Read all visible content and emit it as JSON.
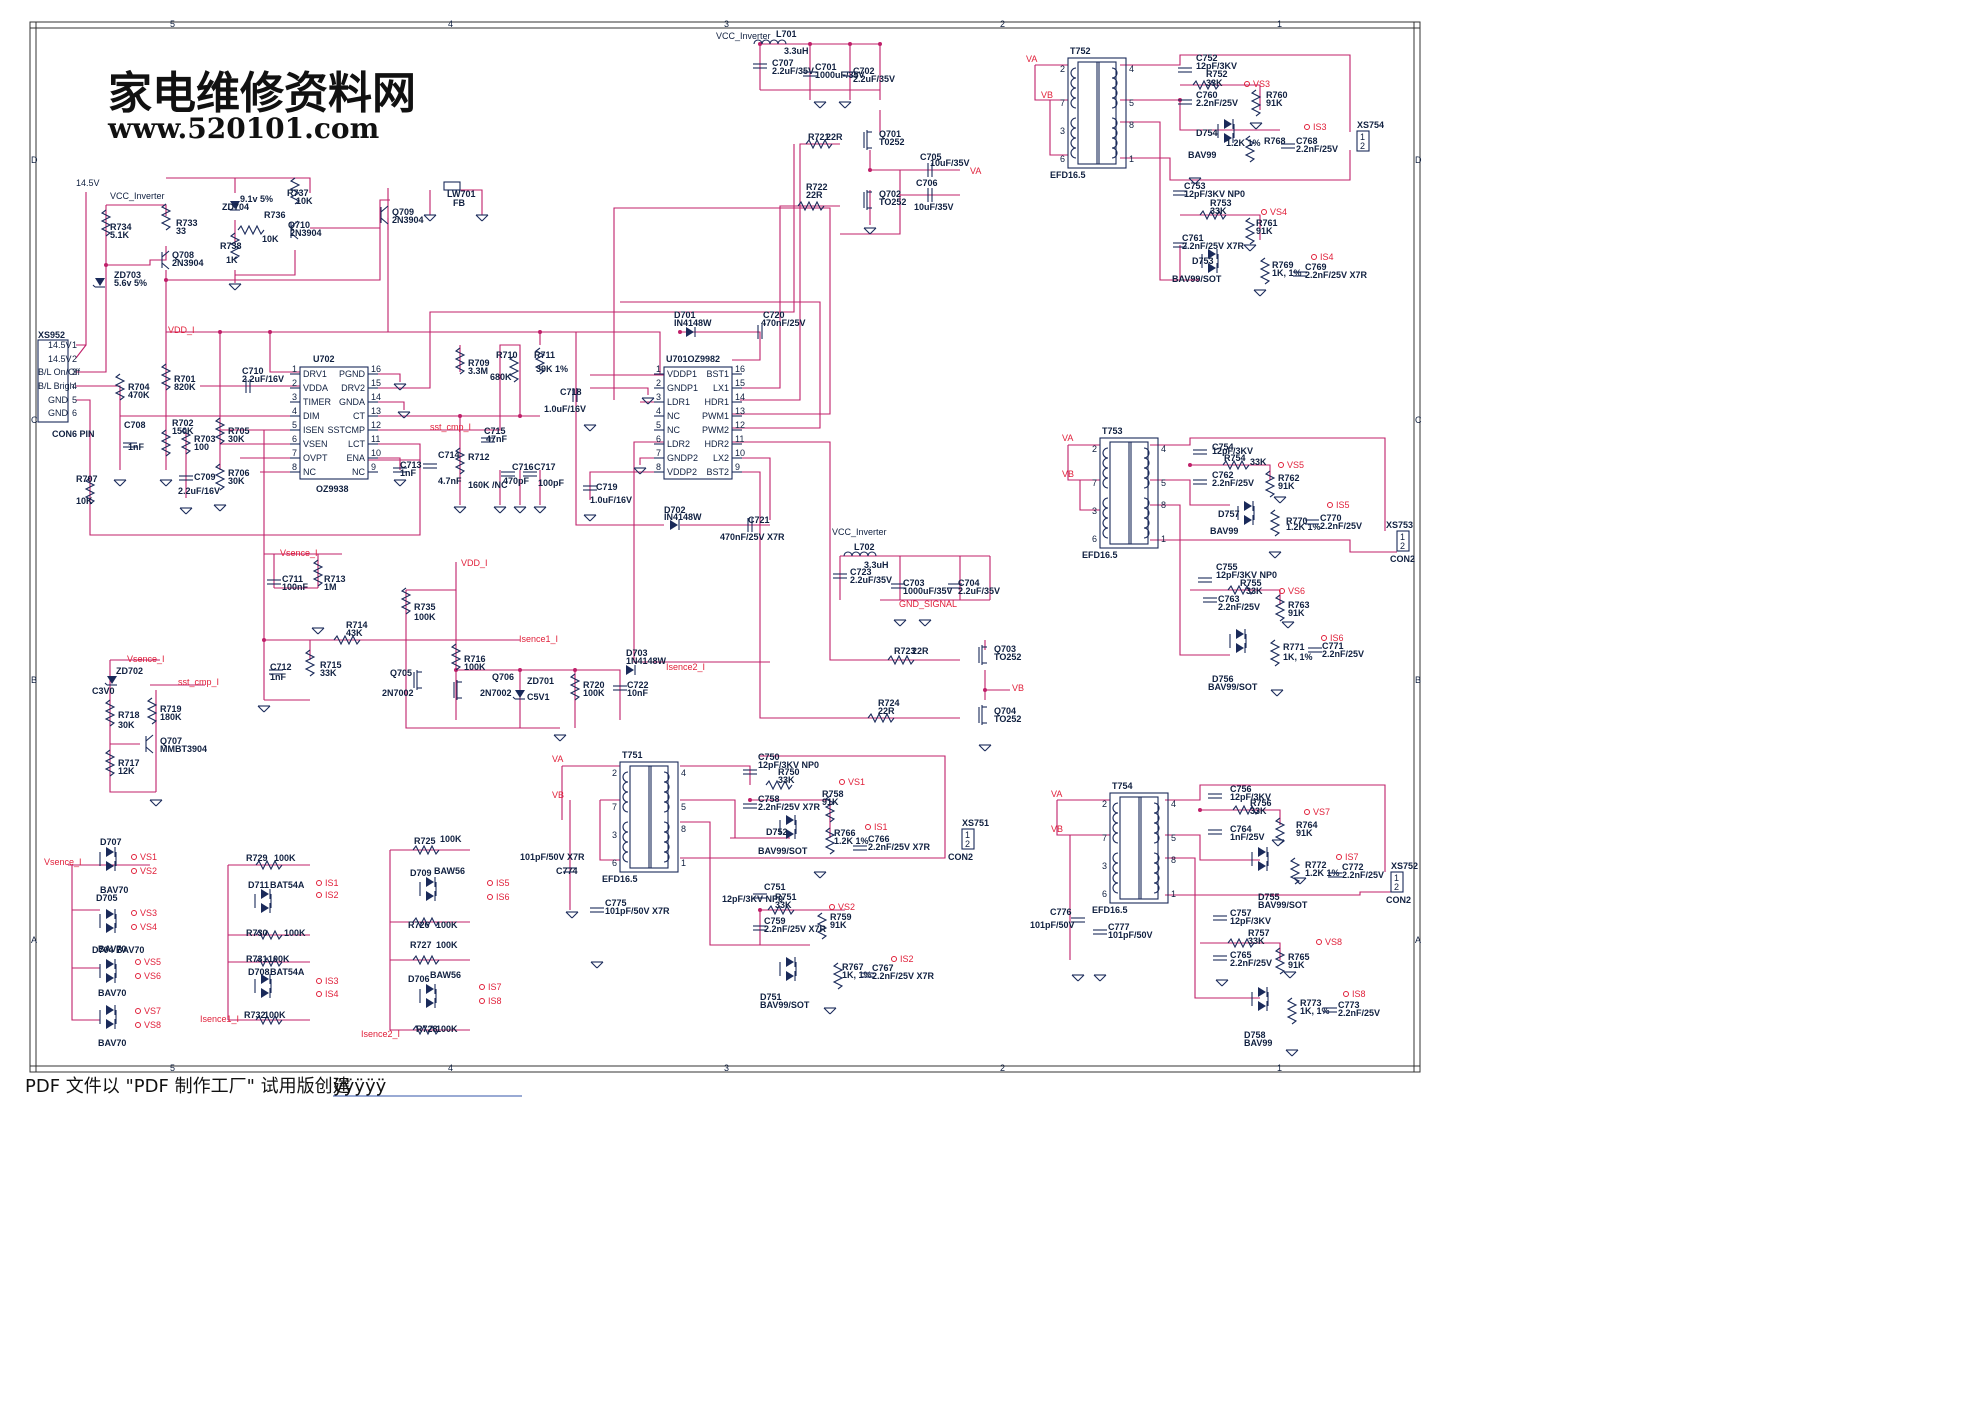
{
  "watermark": {
    "title": "家电维修资料网",
    "url": "www.520101.com"
  },
  "footer": {
    "text": "PDF 文件以 \"PDF 制作工厂\" 试用版创建",
    "garbled": "ÿÿÿÿÿ"
  },
  "border": {
    "top_marks": [
      "5",
      "4",
      "3",
      "2",
      "1"
    ],
    "bottom_marks": [
      "5",
      "4",
      "3",
      "2",
      "1"
    ],
    "side_marks": [
      "D",
      "C",
      "B",
      "A"
    ]
  },
  "connector_xs952": {
    "ref": "XS952",
    "part": "CON6 PIN",
    "pins": [
      "14.5V",
      "14.5V",
      "B/L On/Off",
      "B/L Brigh",
      "GND",
      "GND"
    ],
    "pin_numbers": [
      "1",
      "2",
      "3",
      "4",
      "5",
      "6"
    ]
  },
  "u702": {
    "ref": "U702",
    "part": "OZ9938",
    "left_pins": [
      {
        "n": "1",
        "name": "DRV1"
      },
      {
        "n": "2",
        "name": "VDDA"
      },
      {
        "n": "3",
        "name": "TIMER"
      },
      {
        "n": "4",
        "name": "DIM"
      },
      {
        "n": "5",
        "name": "ISEN"
      },
      {
        "n": "6",
        "name": "VSEN"
      },
      {
        "n": "7",
        "name": "OVPT"
      },
      {
        "n": "8",
        "name": "NC"
      }
    ],
    "right_pins": [
      {
        "n": "16",
        "name": "PGND"
      },
      {
        "n": "15",
        "name": "DRV2"
      },
      {
        "n": "14",
        "name": "GNDA"
      },
      {
        "n": "13",
        "name": "CT"
      },
      {
        "n": "12",
        "name": "SSTCMP"
      },
      {
        "n": "11",
        "name": "LCT"
      },
      {
        "n": "10",
        "name": "ENA"
      },
      {
        "n": "9",
        "name": "NC"
      }
    ]
  },
  "u701": {
    "ref": "U701OZ9982",
    "left_pins": [
      {
        "n": "1",
        "name": "VDDP1"
      },
      {
        "n": "2",
        "name": "GNDP1"
      },
      {
        "n": "3",
        "name": "LDR1"
      },
      {
        "n": "4",
        "name": "NC"
      },
      {
        "n": "5",
        "name": "NC"
      },
      {
        "n": "6",
        "name": "LDR2"
      },
      {
        "n": "7",
        "name": "GNDP2"
      },
      {
        "n": "8",
        "name": "VDDP2"
      }
    ],
    "right_pins": [
      {
        "n": "16",
        "name": "BST1"
      },
      {
        "n": "15",
        "name": "LX1"
      },
      {
        "n": "14",
        "name": "HDR1"
      },
      {
        "n": "13",
        "name": "PWM1"
      },
      {
        "n": "12",
        "name": "PWM2"
      },
      {
        "n": "11",
        "name": "HDR2"
      },
      {
        "n": "10",
        "name": "LX2"
      },
      {
        "n": "9",
        "name": "BST2"
      }
    ]
  },
  "net_labels": {
    "vcc_inv": "VCC_Inverter",
    "v145": "14.5V",
    "vdd_i": "VDD_I",
    "vsence_i": "Vsence_I",
    "isence1": "Isence1_I",
    "isence2": "Isence2_I",
    "sst_cmp": "sst_cmp_I",
    "gnd_signal": "GND_SIGNAL",
    "va": "VA",
    "vb": "VB"
  },
  "components": [
    {
      "id": "l701",
      "ref": "L701",
      "val": "3.3uH"
    },
    {
      "id": "c707",
      "ref": "C707",
      "val": "2.2uF/35V"
    },
    {
      "id": "c701",
      "ref": "C701",
      "val": "1000uF/35V"
    },
    {
      "id": "c702",
      "ref": "C702",
      "val": "2.2uF/35V"
    },
    {
      "id": "q701",
      "ref": "Q701",
      "val": "T0252"
    },
    {
      "id": "r721",
      "ref": "R721",
      "val": "22R"
    },
    {
      "id": "c705",
      "ref": "C705",
      "val": "10uF/35V"
    },
    {
      "id": "c706",
      "ref": "C706",
      "val": "10uF/35V"
    },
    {
      "id": "q702",
      "ref": "Q702",
      "val": "TO252"
    },
    {
      "id": "r722",
      "ref": "R722",
      "val": "22R"
    },
    {
      "id": "r734",
      "ref": "R734",
      "val": "5.1K"
    },
    {
      "id": "r733",
      "ref": "R733",
      "val": "33"
    },
    {
      "id": "q708",
      "ref": "Q708",
      "val": "2N3904"
    },
    {
      "id": "zd703",
      "ref": "ZD703",
      "val": "5.6v 5%"
    },
    {
      "id": "zd704",
      "ref": "ZD704",
      "val": "9.1v 5%"
    },
    {
      "id": "r737",
      "ref": "R737",
      "val": "10K"
    },
    {
      "id": "r736",
      "ref": "R736",
      "val": "10K"
    },
    {
      "id": "r738",
      "ref": "R738",
      "val": "1K"
    },
    {
      "id": "q710",
      "ref": "Q710",
      "val": "2N3904"
    },
    {
      "id": "q709",
      "ref": "Q709",
      "val": "2N3904"
    },
    {
      "id": "lw701",
      "ref": "LW701",
      "val": "FB"
    },
    {
      "id": "d701",
      "ref": "D701",
      "val": "IN4148W"
    },
    {
      "id": "c720",
      "ref": "C720",
      "val": "470nF/25V"
    },
    {
      "id": "r704",
      "ref": "R704",
      "val": "470K"
    },
    {
      "id": "r701",
      "ref": "R701",
      "val": "820K"
    },
    {
      "id": "r702",
      "ref": "R702",
      "val": "150K"
    },
    {
      "id": "c708",
      "ref": "C708",
      "val": "1nF"
    },
    {
      "id": "c710",
      "ref": "C710",
      "val": "2.2uF/16V"
    },
    {
      "id": "r703",
      "ref": "R703",
      "val": "100"
    },
    {
      "id": "c709",
      "ref": "C709",
      "val": "2.2uF/16V"
    },
    {
      "id": "r705",
      "ref": "R705",
      "val": "30K"
    },
    {
      "id": "r706",
      "ref": "R706",
      "val": "30K"
    },
    {
      "id": "r707",
      "ref": "R707",
      "val": "10K"
    },
    {
      "id": "c713",
      "ref": "C713",
      "val": "1nF"
    },
    {
      "id": "r709",
      "ref": "R709",
      "val": "3.3M"
    },
    {
      "id": "r710",
      "ref": "R710",
      "val": "680K"
    },
    {
      "id": "r711",
      "ref": "R711",
      "val": "39K 1%"
    },
    {
      "id": "c718",
      "ref": "C718",
      "val": "1.0uF/16V"
    },
    {
      "id": "c715",
      "ref": "C715",
      "val": "47nF"
    },
    {
      "id": "c714",
      "ref": "C714",
      "val": "4.7nF"
    },
    {
      "id": "r712",
      "ref": "R712",
      "val": "160K /NC"
    },
    {
      "id": "c716",
      "ref": "C716",
      "val": "470pF"
    },
    {
      "id": "c717",
      "ref": "C717",
      "val": "100pF"
    },
    {
      "id": "c719",
      "ref": "C719",
      "val": "1.0uF/16V"
    },
    {
      "id": "d702",
      "ref": "D702",
      "val": "IN4148W"
    },
    {
      "id": "c721",
      "ref": "C721",
      "val": "470nF/25V X7R"
    },
    {
      "id": "l702",
      "ref": "L702",
      "val": "3.3uH"
    },
    {
      "id": "c723",
      "ref": "C723",
      "val": "2.2uF/35V"
    },
    {
      "id": "c703",
      "ref": "C703",
      "val": "1000uF/35V"
    },
    {
      "id": "c704",
      "ref": "C704",
      "val": "2.2uF/35V"
    },
    {
      "id": "q703",
      "ref": "Q703",
      "val": "TO252"
    },
    {
      "id": "r723",
      "ref": "R723",
      "val": "22R"
    },
    {
      "id": "q704",
      "ref": "Q704",
      "val": "TO252"
    },
    {
      "id": "r724",
      "ref": "R724",
      "val": "22R"
    },
    {
      "id": "c711",
      "ref": "C711",
      "val": "100nF"
    },
    {
      "id": "r713",
      "ref": "R713",
      "val": "1M"
    },
    {
      "id": "r714",
      "ref": "R714",
      "val": "43K"
    },
    {
      "id": "c712",
      "ref": "C712",
      "val": "1nF"
    },
    {
      "id": "r715",
      "ref": "R715",
      "val": "33K"
    },
    {
      "id": "r735",
      "ref": "R735",
      "val": "100K"
    },
    {
      "id": "r716",
      "ref": "R716",
      "val": "100K"
    },
    {
      "id": "q705",
      "ref": "Q705",
      "val": "2N7002"
    },
    {
      "id": "q706",
      "ref": "Q706",
      "val": "2N7002"
    },
    {
      "id": "zd701",
      "ref": "ZD701",
      "val": "C5V1"
    },
    {
      "id": "r720",
      "ref": "R720",
      "val": "100K"
    },
    {
      "id": "c722",
      "ref": "C722",
      "val": "10nF"
    },
    {
      "id": "d703",
      "ref": "D703",
      "val": "1N4148W"
    },
    {
      "id": "zd702",
      "ref": "ZD702",
      "val": "C3V0"
    },
    {
      "id": "r718",
      "ref": "R718",
      "val": "30K"
    },
    {
      "id": "r719",
      "ref": "R719",
      "val": "180K"
    },
    {
      "id": "r717",
      "ref": "R717",
      "val": "12K"
    },
    {
      "id": "q707",
      "ref": "Q707",
      "val": "MMBT3904"
    },
    {
      "id": "c750",
      "ref": "C750",
      "val": "12pF/3KV NP0"
    },
    {
      "id": "r750",
      "ref": "R750",
      "val": "33K"
    },
    {
      "id": "r758",
      "ref": "R758",
      "val": "91K"
    },
    {
      "id": "c758",
      "ref": "C758",
      "val": "2.2nF/25V X7R"
    },
    {
      "id": "d752",
      "ref": "D752",
      "val": "BAV99/SOT"
    },
    {
      "id": "r766",
      "ref": "R766",
      "val": "1.2K 1%"
    },
    {
      "id": "c766",
      "ref": "C766",
      "val": "2.2nF/25V X7R"
    },
    {
      "id": "c774",
      "ref": "C774",
      "val": "101pF/50V X7R"
    },
    {
      "id": "c775",
      "ref": "C775",
      "val": "101pF/50V X7R"
    },
    {
      "id": "c751",
      "ref": "C751",
      "val": "12pF/3KV NP0"
    },
    {
      "id": "r751",
      "ref": "R751",
      "val": "33K"
    },
    {
      "id": "r759",
      "ref": "R759",
      "val": "91K"
    },
    {
      "id": "c759",
      "ref": "C759",
      "val": "2.2nF/25V X7R"
    },
    {
      "id": "d751",
      "ref": "D751",
      "val": "BAV99/SOT"
    },
    {
      "id": "r767",
      "ref": "R767",
      "val": "1K, 1%"
    },
    {
      "id": "c767",
      "ref": "C767",
      "val": "2.2nF/25V X7R"
    },
    {
      "id": "c752",
      "ref": "C752",
      "val": "12pF/3KV"
    },
    {
      "id": "r752",
      "ref": "R752",
      "val": "33K"
    },
    {
      "id": "r760",
      "ref": "R760",
      "val": "91K"
    },
    {
      "id": "c760",
      "ref": "C760",
      "val": "2.2nF/25V"
    },
    {
      "id": "d754",
      "ref": "D754",
      "val": "BAV99"
    },
    {
      "id": "r768",
      "ref": "R768",
      "val": "1.2K 1%"
    },
    {
      "id": "c768",
      "ref": "C768",
      "val": "2.2nF/25V"
    },
    {
      "id": "c753",
      "ref": "C753",
      "val": "12pF/3KV NP0"
    },
    {
      "id": "r753",
      "ref": "R753",
      "val": "33K"
    },
    {
      "id": "r761",
      "ref": "R761",
      "val": "91K"
    },
    {
      "id": "c761",
      "ref": "C761",
      "val": "2.2nF/25V X7R"
    },
    {
      "id": "d753",
      "ref": "D753",
      "val": "BAV99/SOT"
    },
    {
      "id": "r769",
      "ref": "R769",
      "val": "1K, 1%"
    },
    {
      "id": "c769",
      "ref": "C769",
      "val": "2.2nF/25V X7R"
    },
    {
      "id": "c754",
      "ref": "C754",
      "val": "12pF/3KV"
    },
    {
      "id": "r754",
      "ref": "R754",
      "val": "33K"
    },
    {
      "id": "r762",
      "ref": "R762",
      "val": "91K"
    },
    {
      "id": "c762",
      "ref": "C762",
      "val": "2.2nF/25V"
    },
    {
      "id": "d757",
      "ref": "D757",
      "val": "BAV99"
    },
    {
      "id": "r770",
      "ref": "R770",
      "val": "1.2K 1%"
    },
    {
      "id": "c770",
      "ref": "C770",
      "val": "2.2nF/25V"
    },
    {
      "id": "c755",
      "ref": "C755",
      "val": "12pF/3KV NP0"
    },
    {
      "id": "r755",
      "ref": "R755",
      "val": "33K"
    },
    {
      "id": "r763",
      "ref": "R763",
      "val": "91K"
    },
    {
      "id": "c763",
      "ref": "C763",
      "val": "2.2nF/25V"
    },
    {
      "id": "d756",
      "ref": "D756",
      "val": "BAV99/SOT"
    },
    {
      "id": "r771",
      "ref": "R771",
      "val": "1K, 1%"
    },
    {
      "id": "c771",
      "ref": "C771",
      "val": "2.2nF/25V"
    },
    {
      "id": "c756",
      "ref": "C756",
      "val": "12pF/3KV"
    },
    {
      "id": "r756",
      "ref": "R756",
      "val": "33K"
    },
    {
      "id": "r764",
      "ref": "R764",
      "val": "91K"
    },
    {
      "id": "c764",
      "ref": "C764",
      "val": "1nF/25V"
    },
    {
      "id": "d755",
      "ref": "D755",
      "val": "BAV99/SOT"
    },
    {
      "id": "r772",
      "ref": "R772",
      "val": "1.2K 1%"
    },
    {
      "id": "c772",
      "ref": "C772",
      "val": "2.2nF/25V"
    },
    {
      "id": "c776",
      "ref": "C776",
      "val": "101pF/50V"
    },
    {
      "id": "c777",
      "ref": "C777",
      "val": "101pF/50V"
    },
    {
      "id": "c757",
      "ref": "C757",
      "val": "12pF/3KV"
    },
    {
      "id": "r757",
      "ref": "R757",
      "val": "33K"
    },
    {
      "id": "r765",
      "ref": "R765",
      "val": "91K"
    },
    {
      "id": "c765",
      "ref": "C765",
      "val": "2.2nF/25V"
    },
    {
      "id": "d758",
      "ref": "D758",
      "val": "BAV99"
    },
    {
      "id": "r773",
      "ref": "R773",
      "val": "1K, 1%"
    },
    {
      "id": "c773",
      "ref": "C773",
      "val": "2.2nF/25V"
    },
    {
      "id": "d707",
      "ref": "D707",
      "val": "BAV70"
    },
    {
      "id": "d705",
      "ref": "D705",
      "val": "BAV70"
    },
    {
      "id": "d704",
      "ref": "D704",
      "val": "BAV70"
    },
    {
      "id": "d706b",
      "ref": "BAV70",
      "val": "BAV70"
    },
    {
      "id": "r729",
      "ref": "R729",
      "val": "100K"
    },
    {
      "id": "d711",
      "ref": "D711",
      "val": "BAT54A"
    },
    {
      "id": "r730",
      "ref": "R730",
      "val": "100K"
    },
    {
      "id": "r731",
      "ref": "R731",
      "val": "100K"
    },
    {
      "id": "d708",
      "ref": "D708",
      "val": "BAT54A"
    },
    {
      "id": "r732",
      "ref": "R732",
      "val": "100K"
    },
    {
      "id": "r725",
      "ref": "R725",
      "val": "100K"
    },
    {
      "id": "d709",
      "ref": "D709",
      "val": "BAW56"
    },
    {
      "id": "r726",
      "ref": "R726",
      "val": "100K"
    },
    {
      "id": "r727",
      "ref": "R727",
      "val": "100K"
    },
    {
      "id": "d706",
      "ref": "D706",
      "val": "BAW56"
    },
    {
      "id": "r728",
      "ref": "R728",
      "val": "100K"
    }
  ],
  "transformers": [
    {
      "ref": "T751",
      "core": "EFD16.5",
      "pins": [
        "2",
        "7",
        "3",
        "6",
        "4",
        "5",
        "8",
        "1"
      ]
    },
    {
      "ref": "T752",
      "core": "EFD16.5",
      "pins": [
        "2",
        "7",
        "3",
        "6",
        "4",
        "5",
        "8",
        "1"
      ]
    },
    {
      "ref": "T753",
      "core": "EFD16.5",
      "pins": [
        "2",
        "7",
        "3",
        "6",
        "4",
        "5",
        "8",
        "1"
      ]
    },
    {
      "ref": "T754",
      "core": "EFD16.5",
      "pins": [
        "2",
        "7",
        "3",
        "6",
        "4",
        "5",
        "8",
        "1"
      ]
    }
  ],
  "output_connectors": [
    {
      "ref": "XS751",
      "part": "CON2",
      "pins": [
        "1",
        "2"
      ]
    },
    {
      "ref": "XS752",
      "part": "CON2",
      "pins": [
        "1",
        "2"
      ]
    },
    {
      "ref": "XS753",
      "part": "CON2",
      "pins": [
        "1",
        "2"
      ]
    },
    {
      "ref": "XS754",
      "part": "",
      "pins": [
        "1",
        "2"
      ]
    }
  ],
  "sense_labels": [
    "VS1",
    "VS2",
    "VS3",
    "VS4",
    "VS5",
    "VS6",
    "VS7",
    "VS8",
    "IS1",
    "IS2",
    "IS3",
    "IS4",
    "IS5",
    "IS6",
    "IS7",
    "IS8"
  ],
  "pin_numbers": [
    "1",
    "2",
    "3"
  ],
  "colors": {
    "wire": "#c0206a",
    "component": "#1a2a5a",
    "net_label": "#e0203a",
    "text": "#102040"
  }
}
